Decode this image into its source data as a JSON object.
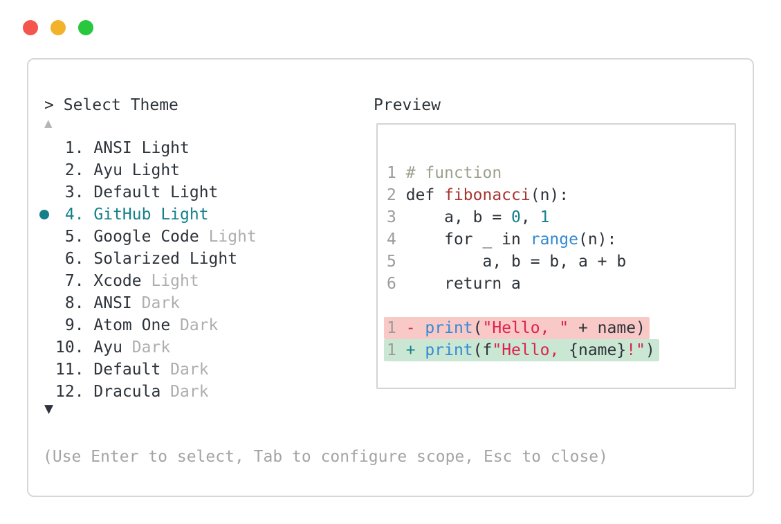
{
  "window_controls": {
    "close_color": "#f4564e",
    "minimize_color": "#f2b32b",
    "maximize_color": "#27c73e"
  },
  "header": {
    "prompt": ">",
    "title": "Select Theme"
  },
  "list": {
    "scroll_up_glyph": "▲",
    "scroll_down_glyph": "▼",
    "selected_index": 3,
    "items": [
      {
        "number": " 1.",
        "name": "ANSI",
        "suffix": "Light",
        "suffix_dim": false,
        "selected": false
      },
      {
        "number": " 2.",
        "name": "Ayu",
        "suffix": "Light",
        "suffix_dim": false,
        "selected": false
      },
      {
        "number": " 3.",
        "name": "Default",
        "suffix": "Light",
        "suffix_dim": false,
        "selected": false
      },
      {
        "number": " 4.",
        "name": "GitHub",
        "suffix": "Light",
        "suffix_dim": false,
        "selected": true
      },
      {
        "number": " 5.",
        "name": "Google Code",
        "suffix": "Light",
        "suffix_dim": true,
        "selected": false
      },
      {
        "number": " 6.",
        "name": "Solarized",
        "suffix": "Light",
        "suffix_dim": false,
        "selected": false
      },
      {
        "number": " 7.",
        "name": "Xcode",
        "suffix": "Light",
        "suffix_dim": true,
        "selected": false
      },
      {
        "number": " 8.",
        "name": "ANSI",
        "suffix": "Dark",
        "suffix_dim": true,
        "selected": false
      },
      {
        "number": " 9.",
        "name": "Atom One",
        "suffix": "Dark",
        "suffix_dim": true,
        "selected": false
      },
      {
        "number": "10.",
        "name": "Ayu",
        "suffix": "Dark",
        "suffix_dim": true,
        "selected": false
      },
      {
        "number": "11.",
        "name": "Default",
        "suffix": "Dark",
        "suffix_dim": true,
        "selected": false
      },
      {
        "number": "12.",
        "name": "Dracula",
        "suffix": "Dark",
        "suffix_dim": true,
        "selected": false
      }
    ]
  },
  "preview": {
    "label": "Preview",
    "lines": [
      {
        "num": "1 ",
        "comment": "# function"
      },
      {
        "num": "2 ",
        "kw": "def ",
        "fname": "fibonacci",
        "after": "(n):"
      },
      {
        "num": "3 ",
        "indent": "    a, b = ",
        "n1": "0",
        "sep": ", ",
        "n2": "1"
      },
      {
        "num": "4 ",
        "indent": "    for _ in ",
        "builtin": "range",
        "after": "(n):"
      },
      {
        "num": "5 ",
        "text": "        a, b = b, a + b"
      },
      {
        "num": "6 ",
        "text": "    return a"
      },
      {},
      {
        "num": "1 ",
        "op": "- ",
        "builtin": "print",
        "open": "(",
        "string": "\"Hello, \"",
        "after": " + name)"
      },
      {
        "num": "1 ",
        "op": "+ ",
        "builtin": "print",
        "open": "(f",
        "s1": "\"Hello, ",
        "mid": "{name}",
        "s2": "!\"",
        "close": ")"
      }
    ]
  },
  "help_text": "(Use Enter to select, Tab to configure scope, Esc to close)",
  "colors": {
    "text": "#2d333a",
    "accent_teal": "#16808a",
    "suffix_gray": "#aeaeae",
    "help_gray": "#a4a4a4",
    "line_number_gray": "#9b9b9b",
    "comment": "#9ba18d",
    "function_red": "#a73430",
    "builtin_blue": "#3389d3",
    "string_crimson": "#de2150",
    "diff_removed_bg": "#f8c9c6",
    "diff_added_bg": "#c9e7d3",
    "border_gray": "#d7d7d7"
  }
}
